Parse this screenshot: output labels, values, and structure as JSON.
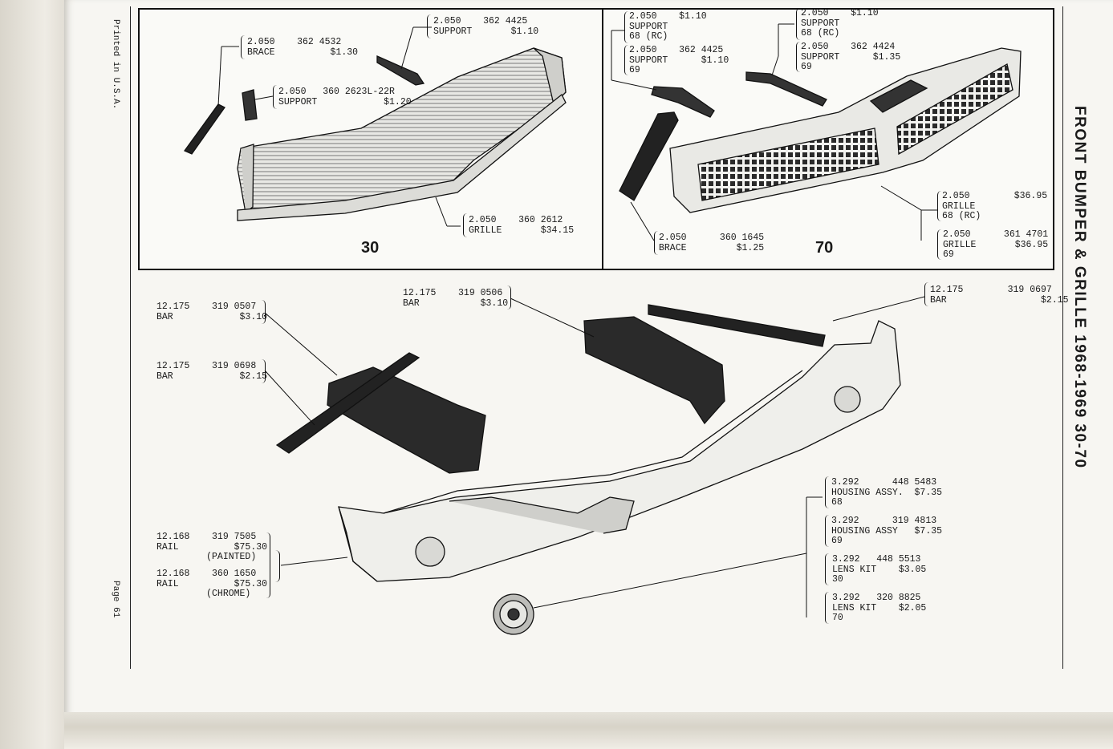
{
  "printed": "Printed in U.S.A.",
  "page_number": "Page 61",
  "side_title": "FRONT BUMPER & GRILLE   1968-1969   30-70",
  "box30": {
    "number": "30",
    "parts": [
      {
        "line1": "2.050    362 4532",
        "line2": "BRACE          $1.30"
      },
      {
        "line1": "2.050    362 4425",
        "line2": "SUPPORT       $1.10"
      },
      {
        "line1": "2.050   360 2623L-22R",
        "line2": "SUPPORT            $1.20"
      },
      {
        "line1": "2.050    360 2612",
        "line2": "GRILLE       $34.15"
      }
    ]
  },
  "box70": {
    "number": "70",
    "parts": [
      {
        "line1": "2.050    $1.10",
        "line2": "SUPPORT",
        "line3": "68 (RC)"
      },
      {
        "line1": "2.050    362 4425",
        "line2": "SUPPORT      $1.10",
        "line3": "69"
      },
      {
        "line1": "2.050    $1.10",
        "line2": "SUPPORT",
        "line3": "68 (RC)"
      },
      {
        "line1": "2.050    362 4424",
        "line2": "SUPPORT      $1.35",
        "line3": "69"
      },
      {
        "line1": "2.050        $36.95",
        "line2": "GRILLE",
        "line3": "68 (RC)"
      },
      {
        "line1": "2.050      361 4701",
        "line2": "GRILLE       $36.95",
        "line3": "69"
      },
      {
        "line1": "2.050      360 1645",
        "line2": "BRACE         $1.25"
      }
    ]
  },
  "bumper": {
    "parts": [
      {
        "line1": "12.175    319 0507",
        "line2": "BAR            $3.10"
      },
      {
        "line1": "12.175    319 0698",
        "line2": "BAR            $2.15"
      },
      {
        "line1": "12.175    319 0506",
        "line2": "BAR           $3.10"
      },
      {
        "line1": "12.175        319 0697",
        "line2": "BAR                 $2.15"
      },
      {
        "line1": "12.168    319 7505",
        "line2": "RAIL          $75.30",
        "line3": "         (PAINTED)"
      },
      {
        "line1": "12.168    360 1650",
        "line2": "RAIL          $75.30",
        "line3": "         (CHROME)"
      },
      {
        "line1": "3.292      448 5483",
        "line2": "HOUSING ASSY.  $7.35",
        "line3": "68"
      },
      {
        "line1": "3.292      319 4813",
        "line2": "HOUSING ASSY   $7.35",
        "line3": "69"
      },
      {
        "line1": "3.292   448 5513",
        "line2": "LENS KIT    $3.05",
        "line3": "30"
      },
      {
        "line1": "3.292   320 8825",
        "line2": "LENS KIT    $2.05",
        "line3": "70"
      }
    ]
  }
}
